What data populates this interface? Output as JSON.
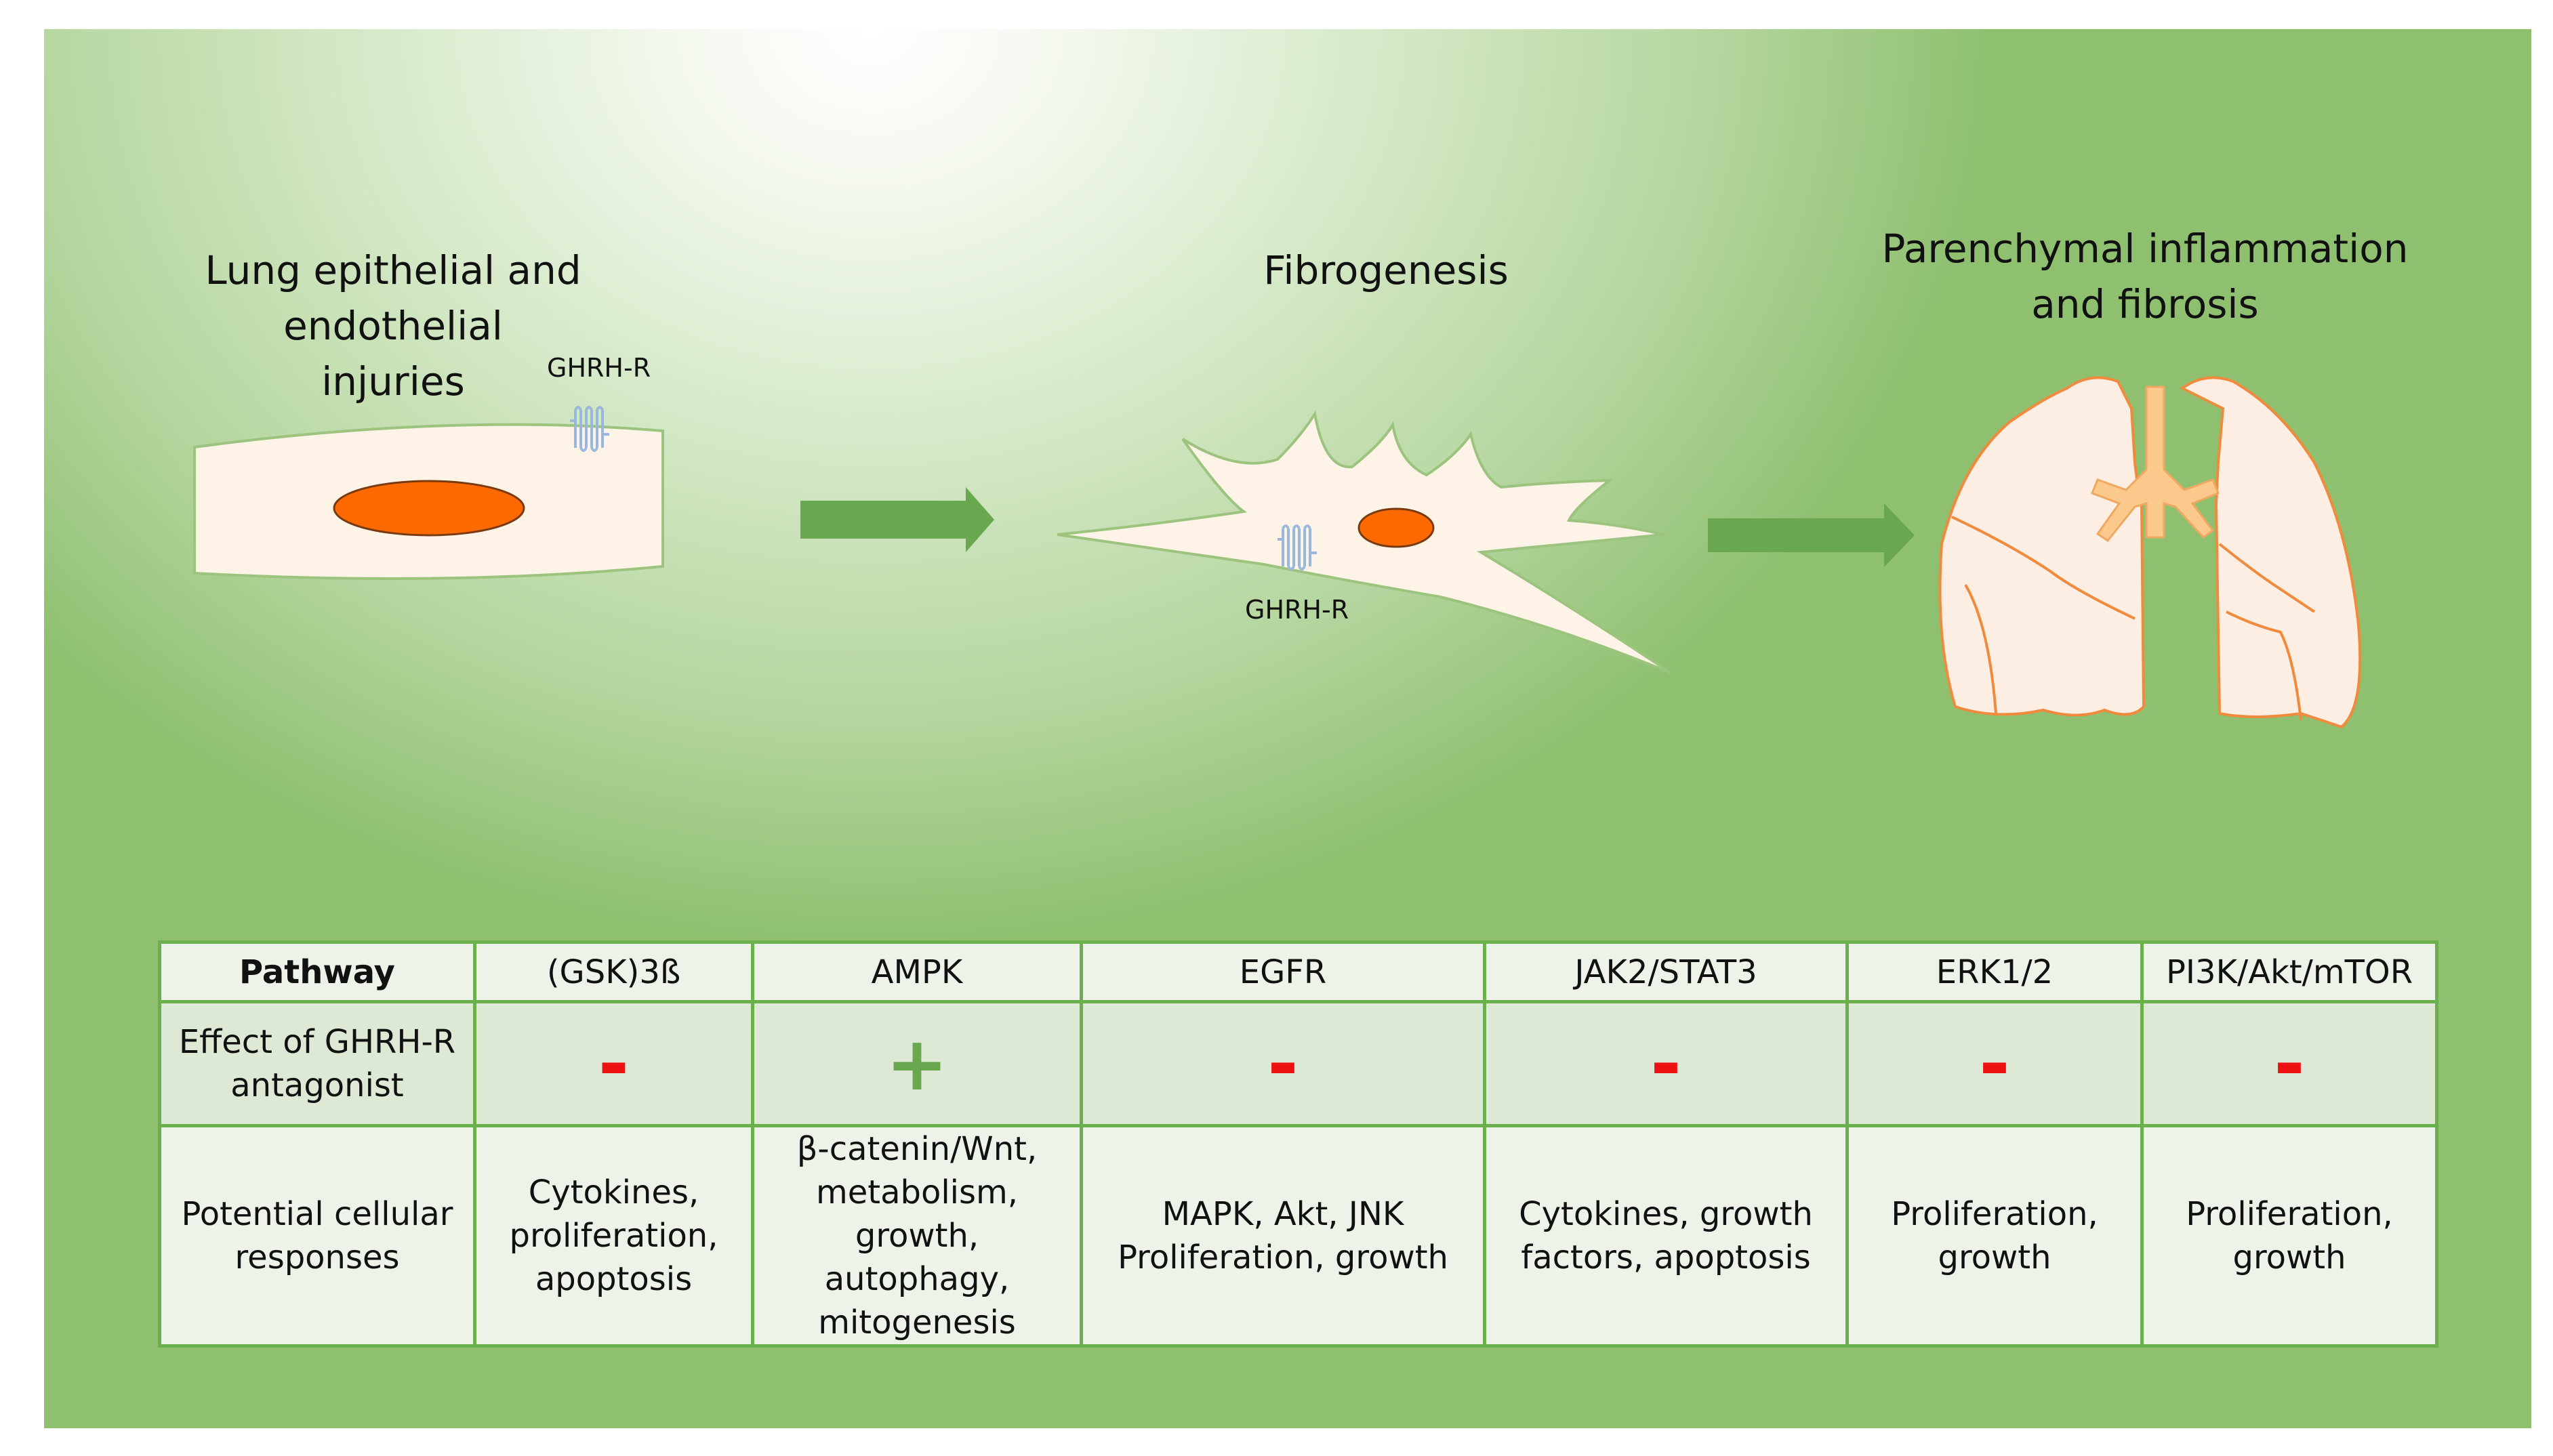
{
  "titles": {
    "injury_line1": "Lung epithelial and endothelial",
    "injury_line2": "injuries",
    "fibrogenesis": "Fibrogenesis",
    "lung_line1": "Parenchymal inflammation",
    "lung_line2": "and fibrosis"
  },
  "receptor_labels": {
    "epithelial": "GHRH-R",
    "fibroblast": "GHRH-R"
  },
  "colors": {
    "arrow": "#6aa84f",
    "nucleus": "#ff6a00",
    "cell_fill": "#fdf3e7",
    "cell_outline": "#9cc47f",
    "lung_outline": "#f08a3c",
    "airway": "#fbc98c",
    "receptor": "#9ab8de",
    "minus": "#ee1111",
    "plus": "#6aa84f",
    "table_border": "#6ab04c"
  },
  "table": {
    "row_headers": {
      "pathway": "Pathway",
      "effect": "Effect of GHRH-R antagonist",
      "responses": "Potential cellular responses"
    },
    "columns": [
      {
        "pathway": "(GSK)3ß",
        "effect": "-",
        "effect_type": "negative",
        "responses": "Cytokines, proliferation, apoptosis"
      },
      {
        "pathway": "AMPK",
        "effect": "+",
        "effect_type": "positive",
        "responses": "β-catenin/Wnt, metabolism, growth, autophagy, mitogenesis"
      },
      {
        "pathway": "EGFR",
        "effect": "-",
        "effect_type": "negative",
        "responses": "MAPK, Akt, JNK Proliferation, growth"
      },
      {
        "pathway": "JAK2/STAT3",
        "effect": "-",
        "effect_type": "negative",
        "responses": "Cytokines, growth factors, apoptosis"
      },
      {
        "pathway": "ERK1/2",
        "effect": "-",
        "effect_type": "negative",
        "responses": "Proliferation, growth"
      },
      {
        "pathway": "PI3K/Akt/mTOR",
        "effect": "-",
        "effect_type": "negative",
        "responses": "Proliferation, growth"
      }
    ]
  }
}
